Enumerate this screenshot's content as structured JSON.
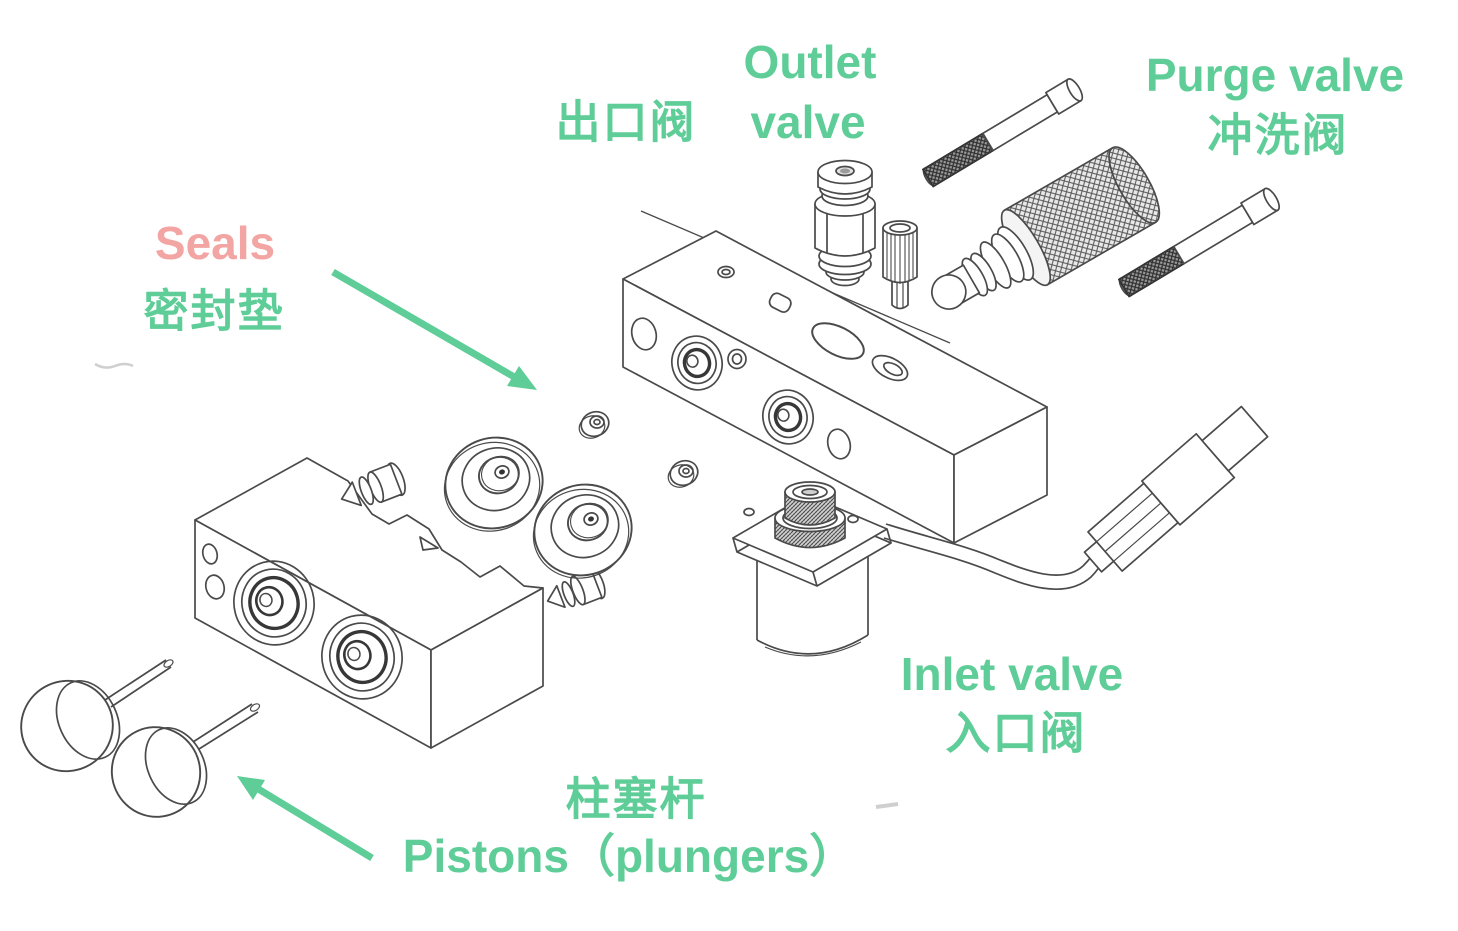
{
  "colors": {
    "label_green": "#5ecd97",
    "label_pink": "#f2a5a2",
    "line_art": "#4a4a4a",
    "background": "#ffffff"
  },
  "labels": {
    "outlet_zh": "出口阀",
    "outlet_en_line1": "Outlet",
    "outlet_en_line2": "valve",
    "purge_en": "Purge valve",
    "purge_zh": "冲洗阀",
    "seals_en": "Seals",
    "seals_zh": "密封垫",
    "inlet_en": "Inlet valve",
    "inlet_zh": "入口阀",
    "pistons_zh": "柱塞杆",
    "pistons_en": "Pistons（plungers）"
  }
}
